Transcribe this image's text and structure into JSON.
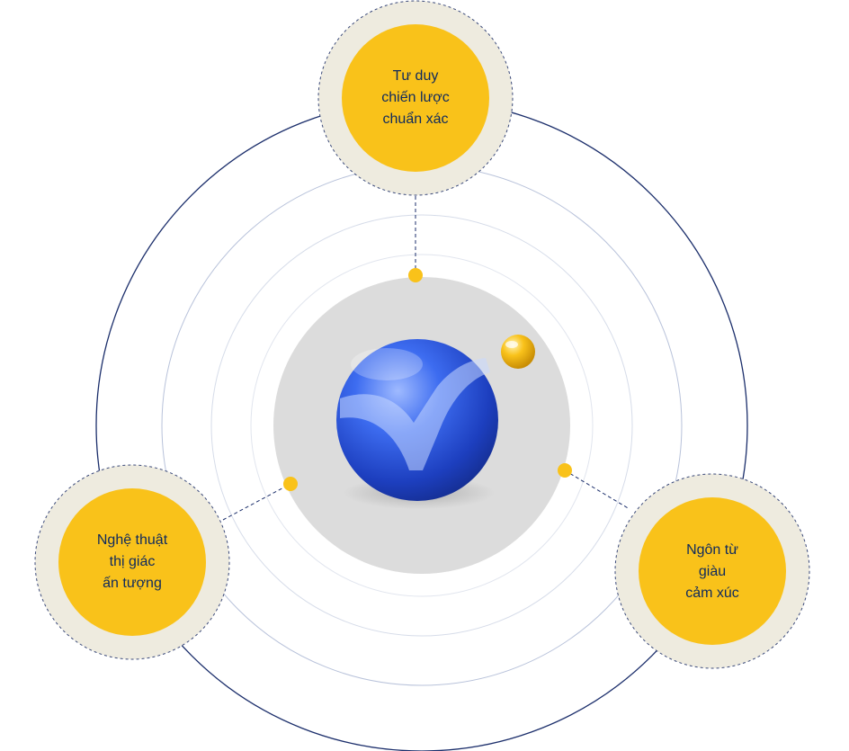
{
  "nodes": [
    {
      "id": "top",
      "lines": [
        "Tư duy",
        "chiến lược",
        "chuẩn xác"
      ]
    },
    {
      "id": "left",
      "lines": [
        "Nghệ thuật",
        "thị giác",
        "ấn tượng"
      ]
    },
    {
      "id": "right",
      "lines": [
        "Ngôn từ",
        "giàu",
        "cảm xúc"
      ]
    }
  ],
  "colors": {
    "node_fill": "#F9C21A",
    "node_halo": "#EEEBDF",
    "orbit_outer": "#1B2E6B",
    "orbit_inner": "#BFC8DE",
    "core_bg": "#DCDCDC",
    "logo_blue": "#2F5BD9",
    "dot": "#F9C21A"
  },
  "logo": {
    "icon": "checkmark-sphere-logo"
  }
}
